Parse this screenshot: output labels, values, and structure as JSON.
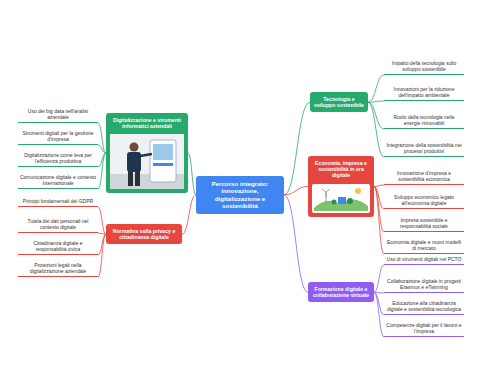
{
  "diagram": {
    "nodes": [
      {
        "text": [
          "Percorso integrato: innovazione, digitalizzazione e sostenibilità"
        ]
      },
      {
        "text": [
          "Digitalizzazione e strumenti informatici aziendali"
        ]
      },
      {
        "text": [
          "Uso dei big data nell'analisi aziendale"
        ]
      },
      {
        "text": [
          "Strumenti digitali per la gestione d'impresa"
        ]
      },
      {
        "text": [
          "Digitalizzazione come leva per l'efficienza produttiva"
        ]
      },
      {
        "text": [
          "Comunicazione digitale e contesto internazionale"
        ]
      },
      {
        "text": [
          "Normativa sulla privacy e cittadinanza digitale"
        ]
      },
      {
        "text": [
          "Principi fondamentali del GDPR"
        ]
      },
      {
        "text": [
          "Tutela dei dati personali nel contesto digitale"
        ]
      },
      {
        "text": [
          "Cittadinanza digitale e responsabilità civica"
        ]
      },
      {
        "text": [
          "Protezioni legali nella digitalizzazione aziendale"
        ]
      },
      {
        "text": [
          "Tecnologia e sviluppo sostenibile"
        ]
      },
      {
        "text": [
          "Impatto della tecnologia sullo sviluppo sostenibile"
        ]
      },
      {
        "text": [
          "Innovazioni per la riduzione dell'impatto ambientale"
        ]
      },
      {
        "text": [
          "Ruolo della tecnologia nelle energie rinnovabili"
        ]
      },
      {
        "text": [
          "Integrazione della sostenibilità nei processi produttivi"
        ]
      },
      {
        "text": [
          "Economia, impresa e sostenibilità in era digitale"
        ]
      },
      {
        "text": [
          "Innovazione d'impresa e sostenibilità economica"
        ]
      },
      {
        "text": [
          "Sviluppo economico legato all'economia digitale"
        ]
      },
      {
        "text": [
          "Impresa sostenibile e responsabilità sociale"
        ]
      },
      {
        "text": [
          "Economia digitale e nuovi modelli di mercato"
        ]
      },
      {
        "text": [
          "Formazione digitale e collaborazione virtuale"
        ]
      },
      {
        "text": [
          "Uso di strumenti digitali nel PCTO"
        ]
      },
      {
        "text": [
          "Collaborazione digitale in progetti Erasmus e eTwinning"
        ]
      },
      {
        "text": [
          "Educazione alla cittadinanza digitale e sostenibilità tecnologica"
        ]
      },
      {
        "text": [
          "Competenze digitali per il lavoro e l'impresa"
        ]
      }
    ],
    "edges": [
      {
        "from": 0,
        "to": 1,
        "arrow": "none"
      },
      {
        "from": 0,
        "to": 6,
        "arrow": "none"
      },
      {
        "from": 0,
        "to": 11,
        "arrow": "none"
      },
      {
        "from": 0,
        "to": 16,
        "arrow": "none"
      },
      {
        "from": 0,
        "to": 21,
        "arrow": "none"
      },
      {
        "from": 1,
        "to": 2,
        "arrow": "none"
      },
      {
        "from": 1,
        "to": 3,
        "arrow": "none"
      },
      {
        "from": 1,
        "to": 4,
        "arrow": "none"
      },
      {
        "from": 1,
        "to": 5,
        "arrow": "none"
      },
      {
        "from": 6,
        "to": 7,
        "arrow": "none"
      },
      {
        "from": 6,
        "to": 8,
        "arrow": "none"
      },
      {
        "from": 6,
        "to": 9,
        "arrow": "none"
      },
      {
        "from": 6,
        "to": 10,
        "arrow": "none"
      },
      {
        "from": 11,
        "to": 12,
        "arrow": "none"
      },
      {
        "from": 11,
        "to": 13,
        "arrow": "none"
      },
      {
        "from": 11,
        "to": 14,
        "arrow": "none"
      },
      {
        "from": 11,
        "to": 15,
        "arrow": "none"
      },
      {
        "from": 16,
        "to": 17,
        "arrow": "none"
      },
      {
        "from": 16,
        "to": 18,
        "arrow": "none"
      },
      {
        "from": 16,
        "to": 19,
        "arrow": "none"
      },
      {
        "from": 16,
        "to": 20,
        "arrow": "none"
      },
      {
        "from": 21,
        "to": 22,
        "arrow": "none"
      },
      {
        "from": 21,
        "to": 23,
        "arrow": "none"
      },
      {
        "from": 21,
        "to": 24,
        "arrow": "none"
      },
      {
        "from": 21,
        "to": 25,
        "arrow": "none"
      }
    ]
  }
}
